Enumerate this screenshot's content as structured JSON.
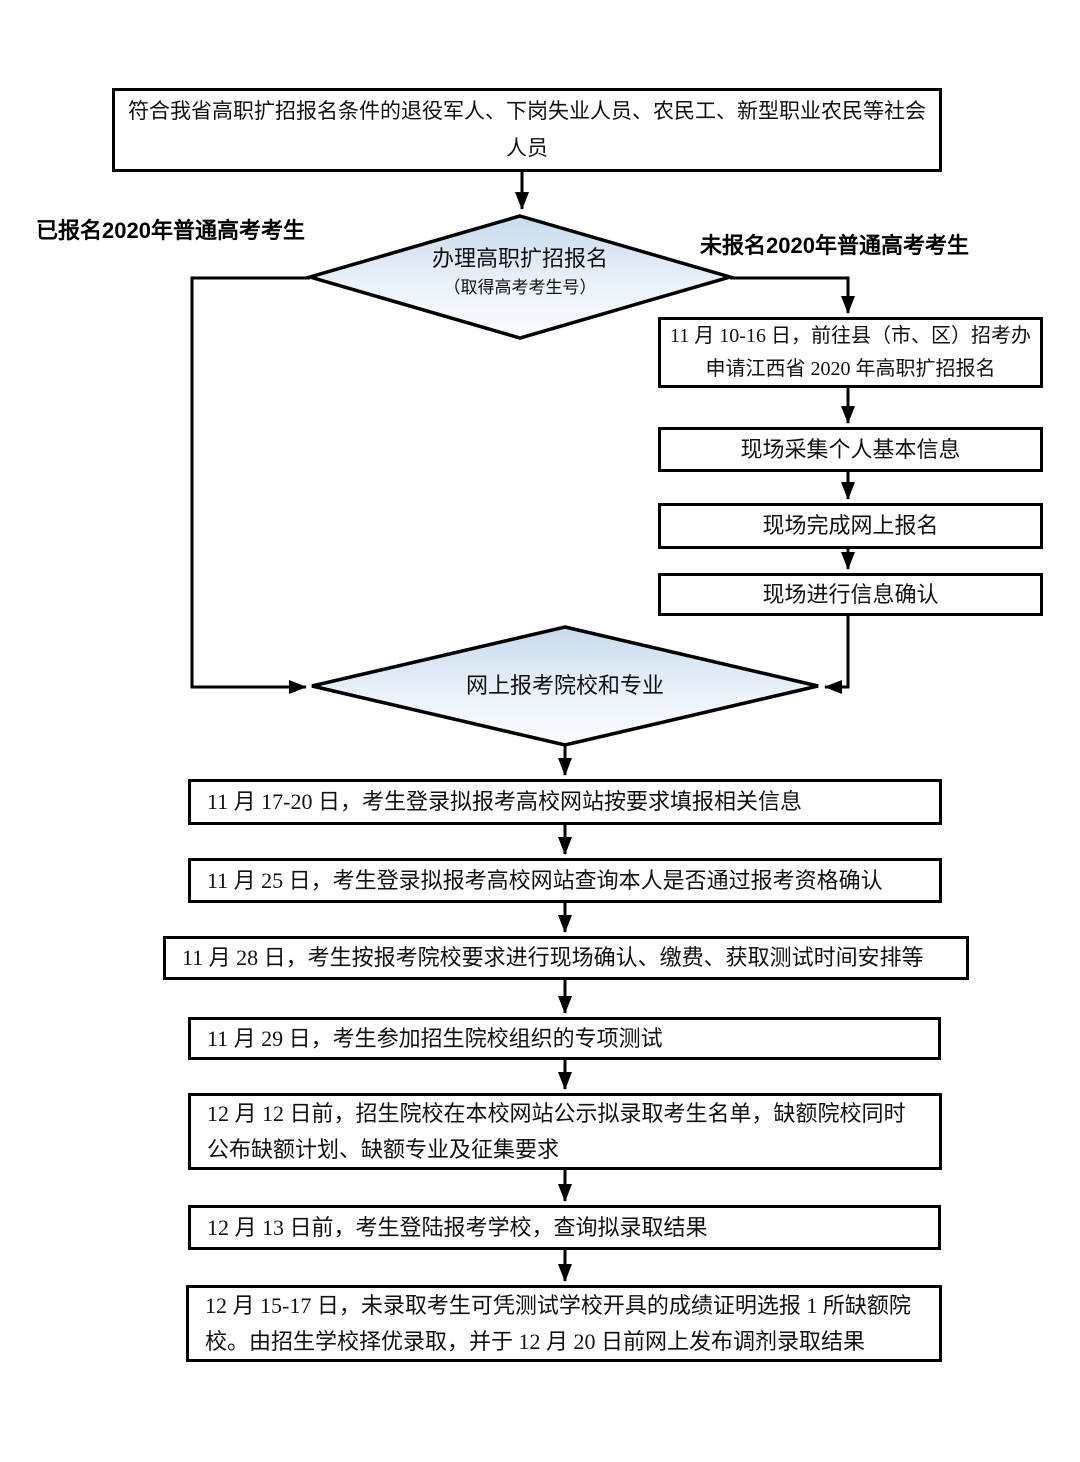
{
  "diagram": {
    "branch_labels": {
      "left": "已报名2020年普通高考考生",
      "right": "未报名2020年普通高考考生"
    },
    "nodes": {
      "start": "符合我省高职扩招报名条件的退役军人、下岗失业人员、农民工、新型职业农民等社会人员",
      "decision1": {
        "title": "办理高职扩招报名",
        "subtitle": "（取得高考考生号）"
      },
      "decision2": "网上报考院校和专业",
      "unregistered_steps": [
        "11 月 10-16 日，前往县（市、区）招考办申请江西省 2020 年高职扩招报名",
        "现场采集个人基本信息",
        "现场完成网上报名",
        "现场进行信息确认"
      ],
      "common_steps": [
        "11 月 17-20 日，考生登录拟报考高校网站按要求填报相关信息",
        "11 月 25 日，考生登录拟报考高校网站查询本人是否通过报考资格确认",
        "11 月 28 日，考生按报考院校要求进行现场确认、缴费、获取测试时间安排等",
        "11 月 29 日，考生参加招生院校组织的专项测试",
        "12 月 12 日前，招生院校在本校网站公示拟录取考生名单，缺额院校同时公布缺额计划、缺额专业及征集要求",
        "12 月 13 日前，考生登陆报考学校，查询拟录取结果",
        "12 月 15-17 日，未录取考生可凭测试学校开具的成绩证明选报 1 所缺额院校。由招生学校择优录取，并于 12 月 20 日前网上发布调剂录取结果"
      ]
    },
    "colors": {
      "diamond_fill_top": "#c7daed",
      "diamond_fill_bottom": "#fbfdff",
      "line": "#000000"
    }
  }
}
